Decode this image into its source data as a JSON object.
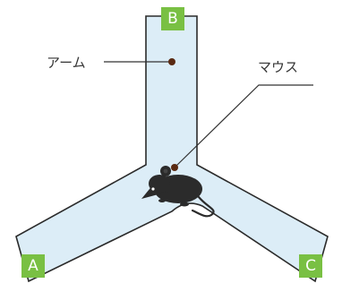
{
  "diagram": {
    "arms": [
      {
        "id": "A",
        "label": "A"
      },
      {
        "id": "B",
        "label": "B"
      },
      {
        "id": "C",
        "label": "C"
      }
    ],
    "callouts": {
      "arm": "アーム",
      "mouse": "マウス"
    },
    "colors": {
      "maze_fill": "#dcedf7",
      "maze_stroke": "#2b2b2b",
      "label_fill": "#79c043",
      "label_text": "#ffffff",
      "mouse_body": "#2b2b2b",
      "pointer_dot": "#5a2a12"
    }
  }
}
